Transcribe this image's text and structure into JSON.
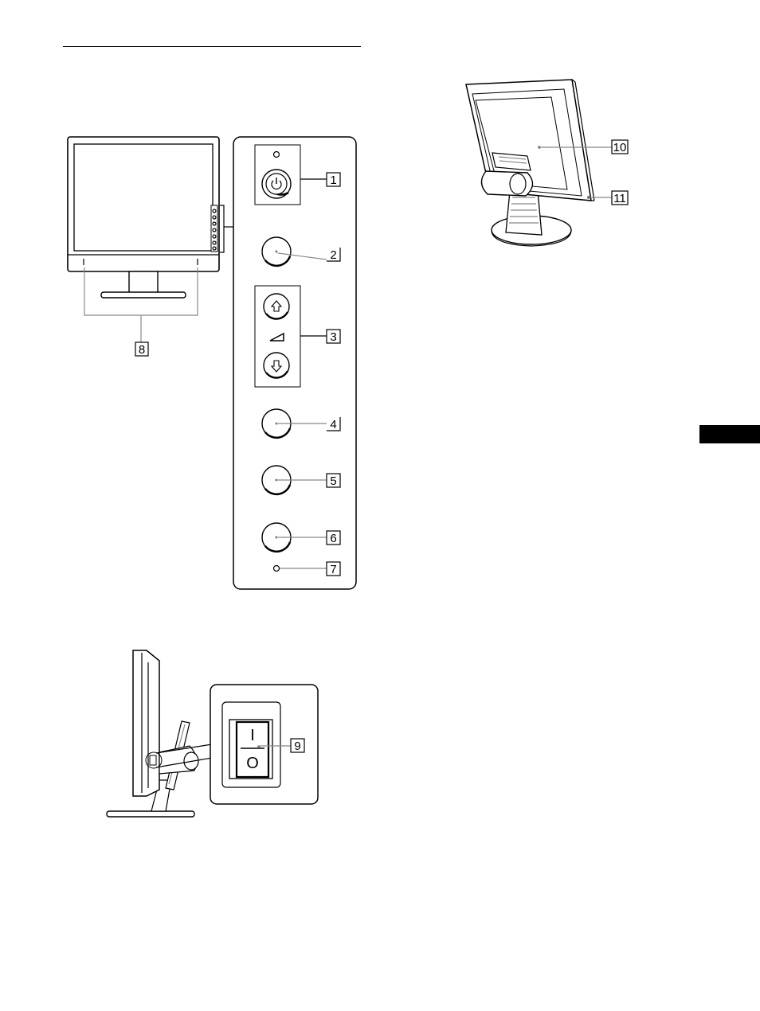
{
  "callouts": {
    "c1": "1",
    "c2": "2",
    "c3": "3",
    "c4": "4",
    "c5": "5",
    "c6": "6",
    "c7": "7",
    "c8": "8",
    "c9": "9",
    "c10": "10",
    "c11": "11"
  },
  "switch": {
    "on": "I",
    "off": "O"
  },
  "icons": {
    "power": "power-icon",
    "up": "arrow-up-icon",
    "down": "arrow-down-icon",
    "brightness": "brightness-ramp-icon"
  },
  "colors": {
    "ink": "#000000",
    "tab": "#000000",
    "leader": "#808080"
  }
}
